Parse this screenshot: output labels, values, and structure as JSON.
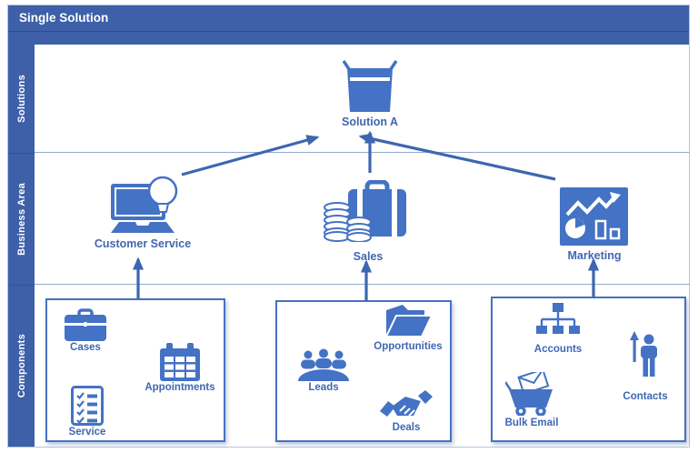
{
  "title": "Single Solution",
  "colors": {
    "header": "#3D60A8",
    "accent": "#4472C4",
    "connector": "#3E66B0",
    "label_text": "#3F67B1",
    "lane_divider": "#93A9D0",
    "box_border": "#4472C4"
  },
  "lanes": [
    {
      "label": "Solutions"
    },
    {
      "label": "Business Area"
    },
    {
      "label": "Components"
    }
  ],
  "solution": {
    "label": "Solution A",
    "icon": "open-box-icon"
  },
  "business_areas": [
    {
      "label": "Customer Service",
      "icon": "laptop-lightbulb-icon"
    },
    {
      "label": "Sales",
      "icon": "briefcase-coins-icon"
    },
    {
      "label": "Marketing",
      "icon": "charts-board-icon"
    }
  ],
  "component_groups": [
    {
      "area": "Customer Service",
      "items": [
        {
          "label": "Cases",
          "icon": "briefcase-icon"
        },
        {
          "label": "Appointments",
          "icon": "calendar-icon"
        },
        {
          "label": "Service",
          "icon": "checklist-icon"
        }
      ]
    },
    {
      "area": "Sales",
      "items": [
        {
          "label": "Leads",
          "icon": "people-group-icon"
        },
        {
          "label": "Opportunities",
          "icon": "folder-icon"
        },
        {
          "label": "Deals",
          "icon": "handshake-icon"
        }
      ]
    },
    {
      "area": "Marketing",
      "items": [
        {
          "label": "Accounts",
          "icon": "org-chart-icon"
        },
        {
          "label": "Contacts",
          "icon": "person-up-arrow-icon"
        },
        {
          "label": "Bulk Email",
          "icon": "cart-envelope-icon"
        }
      ]
    }
  ],
  "connections": [
    {
      "from": "Customer Service",
      "to": "Solution A"
    },
    {
      "from": "Sales",
      "to": "Solution A"
    },
    {
      "from": "Marketing",
      "to": "Solution A"
    },
    {
      "from": "Components group 1",
      "to": "Customer Service"
    },
    {
      "from": "Components group 2",
      "to": "Sales"
    },
    {
      "from": "Components group 3",
      "to": "Marketing"
    }
  ]
}
